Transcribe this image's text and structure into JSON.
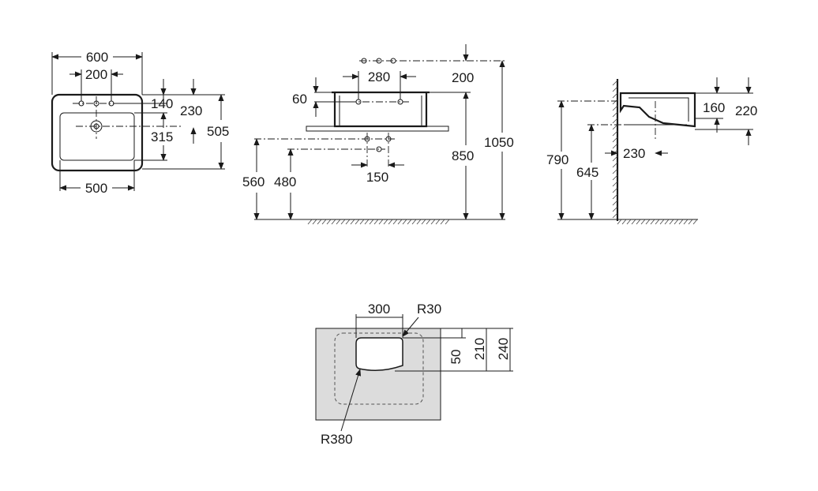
{
  "colors": {
    "line": "#1a1a1a",
    "counter": "#dcdcdc",
    "background": "#ffffff"
  },
  "top_view": {
    "dim_width_overall": "600",
    "dim_tap_spacing": "200",
    "dim_width_bowl": "500",
    "dim_tap_row": "140",
    "dim_waste": "230",
    "dim_depth_overall": "505",
    "dim_bowl_depth": "315"
  },
  "front_view": {
    "dim_tap_spacing": "280",
    "dim_tap_height": "200",
    "dim_rim_height": "60",
    "dim_total_height": "1050",
    "dim_counter_height": "850",
    "dim_pipe_high": "560",
    "dim_pipe_low": "480",
    "dim_pipe_spacing": "150"
  },
  "side_view": {
    "dim_basin_depth": "160",
    "dim_overall_depth": "220",
    "dim_rim_floor": "790",
    "dim_waste_floor": "645",
    "dim_waste_wall": "230"
  },
  "cutout_view": {
    "dim_cutout_width": "300",
    "radius_corner": "R30",
    "dim_offset": "50",
    "dim_cutout_depth": "210",
    "dim_total_depth": "240",
    "radius_front": "R380"
  }
}
